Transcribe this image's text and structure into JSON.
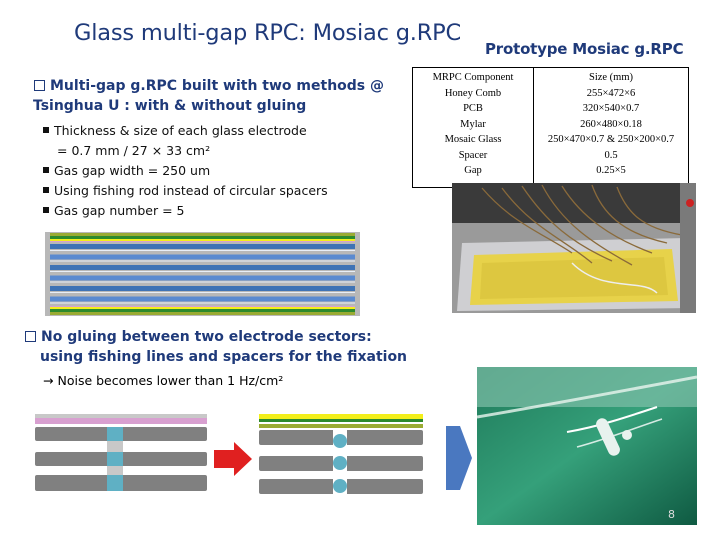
{
  "title": "Glass multi-gap RPC: Mosiac g.RPC",
  "right_title": "Prototype Mosiac g.RPC",
  "bullet1": {
    "line1": "Multi-gap g.RPC built with  two methods @",
    "line2": "Tsinghua U :  with & without gluing",
    "subs": [
      "Thickness & size of each glass electrode",
      "= 0.7 mm  / 27 × 33 cm²",
      "Gas gap width = 250 um",
      "Using fishing rod instead of circular spacers",
      "Gas gap number = 5"
    ]
  },
  "bullet2": {
    "line1": "No gluing between two electrode sectors:",
    "line2": "using fishing lines and spacers for the fixation",
    "note": "Noise becomes lower than 1 Hz/cm²"
  },
  "table": {
    "col1": [
      "MRPC Component",
      "Honey Comb",
      "PCB",
      "Mylar",
      "Mosaic Glass",
      "Spacer",
      "Gap"
    ],
    "col2": [
      "Size (mm)",
      "255×472×6",
      "320×540×0.7",
      "260×480×0.18",
      "250×470×0.7 & 250×200×0.7",
      "0.5",
      "0.25×5"
    ]
  },
  "page_number": "8",
  "colors": {
    "title": "#1f3a7a",
    "honeycomb": "#99aa33",
    "pcb": "#2d8a2d",
    "glass": "#3f73b5",
    "mylar": "#d8a0d0",
    "yellow": "#f3ef1a",
    "gray_plate": "#808080",
    "spacer": "#5fb0c4",
    "arrow_red": "#e02020",
    "arrow_blue": "#4a78c0"
  }
}
